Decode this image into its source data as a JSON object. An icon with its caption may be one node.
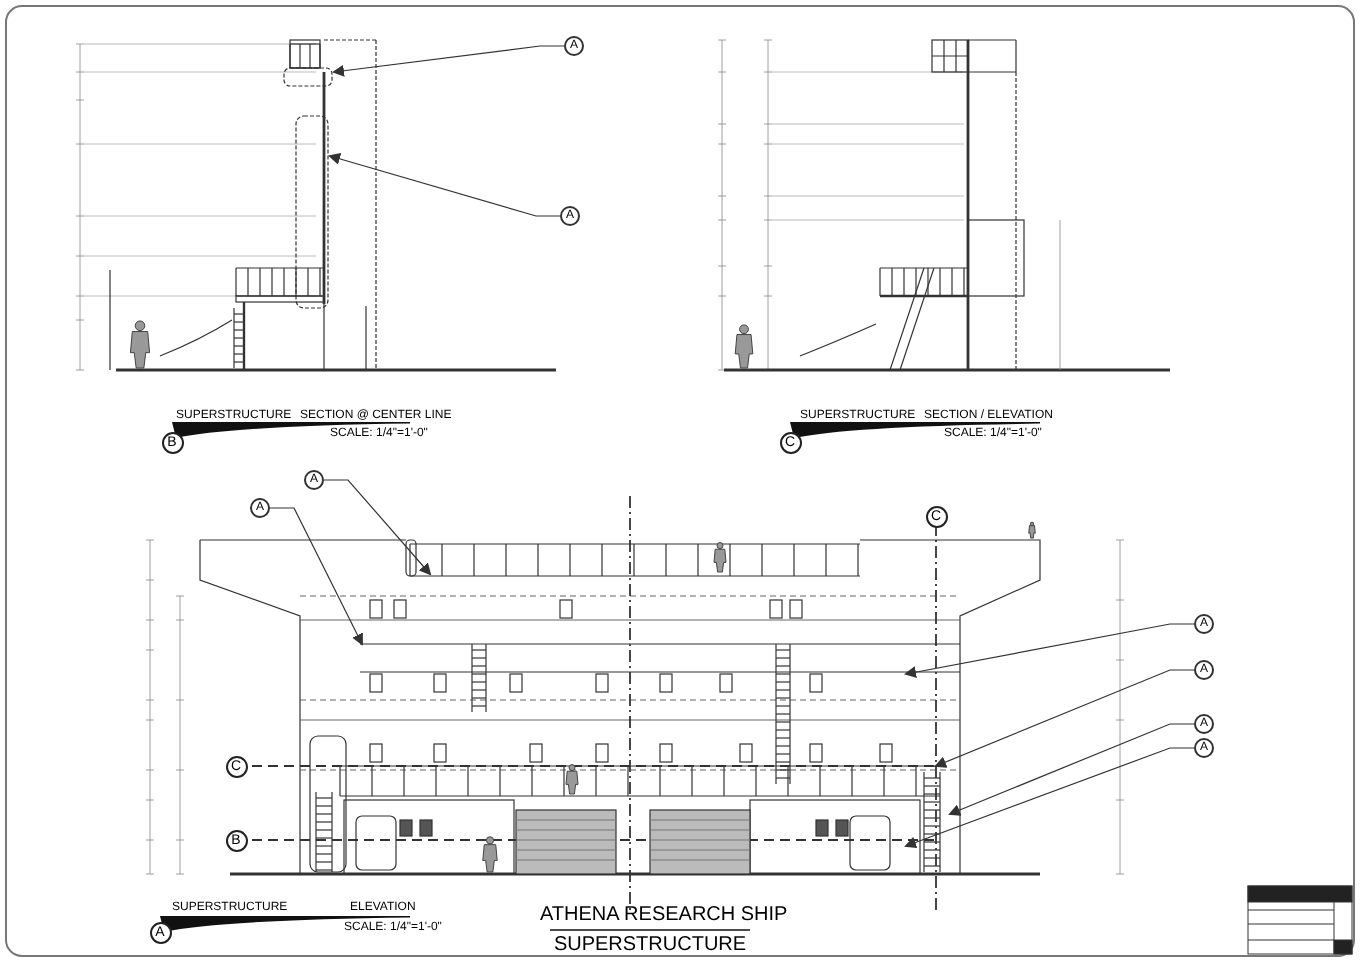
{
  "diagram": {
    "title": "ATHENA RESEARCH SHIP",
    "caption": "SUPERSTRUCTURE",
    "nodes": [
      {
        "text": [
          "A"
        ]
      },
      {
        "text": [
          "A"
        ]
      },
      {
        "text": [
          "A"
        ]
      },
      {
        "text": [
          "A"
        ]
      },
      {
        "text": [
          "A"
        ]
      },
      {
        "text": [
          "A"
        ]
      },
      {
        "text": [
          "A"
        ]
      },
      {
        "text": [
          "A"
        ]
      }
    ],
    "edges": [
      {
        "from": 0,
        "to": null,
        "arrow": "to"
      },
      {
        "from": 1,
        "to": null,
        "arrow": "to"
      },
      {
        "from": 2,
        "to": null,
        "arrow": "to"
      },
      {
        "from": 3,
        "to": null,
        "arrow": "to"
      },
      {
        "from": 4,
        "to": null,
        "arrow": "to"
      },
      {
        "from": 5,
        "to": null,
        "arrow": "to"
      },
      {
        "from": 6,
        "to": null,
        "arrow": "to"
      },
      {
        "from": 7,
        "to": null,
        "arrow": "to"
      }
    ],
    "labels": [
      "SUPERSTRUCTURE",
      "SECTION @ CENTER LINE",
      "SCALE: 1/4\"=1'-0\"",
      "B",
      "SUPERSTRUCTURE",
      "SECTION / ELEVATION",
      "SCALE: 1/4\"=1'-0\"",
      "C",
      "C",
      "C",
      "B",
      "SUPERSTRUCTURE",
      "ELEVATION",
      "A",
      "SCALE: 1/4\"=1'-0\""
    ]
  }
}
